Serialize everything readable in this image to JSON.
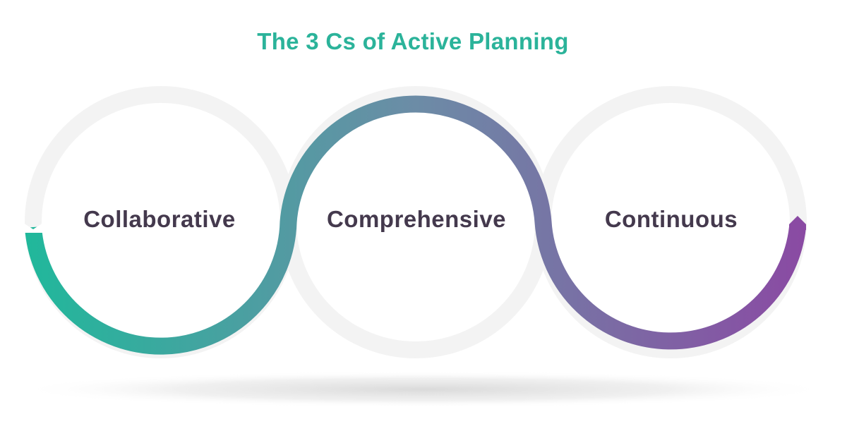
{
  "title": "The 3 Cs of Active Planning",
  "circles": [
    {
      "label": "Collaborative"
    },
    {
      "label": "Comprehensive"
    },
    {
      "label": "Continuous"
    }
  ],
  "colors": {
    "title": "#2bb39a",
    "label": "#44394d",
    "ring_track": "#f3f3f3",
    "gradient_start": "#20b89b",
    "gradient_mid": "#6a86a8",
    "gradient_end": "#8a4aa3"
  }
}
